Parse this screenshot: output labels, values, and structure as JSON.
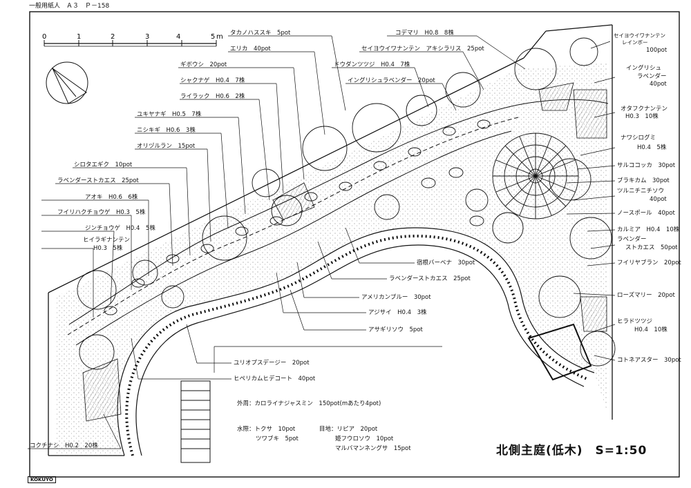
{
  "header": "一般用紙人　Ａ３　Ｐ－158",
  "footer": "KOKUYO",
  "title": "北側主庭(低木)　S=1:50",
  "scale_bar": {
    "ticks": [
      "0",
      "1",
      "2",
      "3",
      "4",
      "5"
    ],
    "unit": "m"
  },
  "labels": [
    "タカノハススキ　5pot",
    "エリカ　40pot",
    "ギボウシ　20pot",
    "シャクナゲ　H0.4　7株",
    "ライラック　H0.6　2株",
    "ユキヤナギ　H0.5　7株",
    "ニシキギ　H0.6　3株",
    "オリヅルラン　15pot",
    "シロタエギク　10pot",
    "ラベンダーストカエス　25pot",
    "アオキ　H0.6　6株",
    "フイリハクチョウゲ　H0.3　5株",
    "ジンチョウゲ　H0.4　5株",
    "ヒイラギナンテン",
    "H0.3　5株",
    "コデマリ　H0.8　8株",
    "セイヨウイワナンテン　アキシラリス　25pot",
    "ドウダンツツジ　H0.4　7株",
    "イングリシュラベンダー　20pot",
    "セイヨウイワナンテン",
    "レインボー",
    "100pot",
    "イングリシュ",
    "ラベンダー",
    "40pot",
    "オタフクナンテン",
    "H0.3　10株",
    "ナワシログミ",
    "H0.4　5株",
    "サルココッカ　30pot",
    "ブラキカム　30pot",
    "ツルニチニチソウ",
    "40pot",
    "ノースポール　40pot",
    "カルミア　H0.4　10株",
    "ラベンダー",
    "ストカエス　50pot",
    "フイリヤブラン　20pot",
    "ローズマリー　20pot",
    "ヒラドツツジ",
    "H0.4　10株",
    "コトネアスター　30pot",
    "宿根バーベナ　30pot",
    "ラベンダーストカエス　25pot",
    "アメリカンブルー　30pot",
    "アジサイ　H0.4　3株",
    "アサギリソウ　5pot",
    "ユリオプスデージー　20pot",
    "ヒペリカムヒデコート　40pot",
    "外周：カロライナジャスミン　150pot(mあたり4pot)",
    "水際：トクサ　10pot",
    "ツワブキ　5pot",
    "目地：リピア　20pot",
    "姫フウロソウ　10pot",
    "マルバマンネングサ　15pot",
    "コクチナシ　H0.2　20株"
  ]
}
